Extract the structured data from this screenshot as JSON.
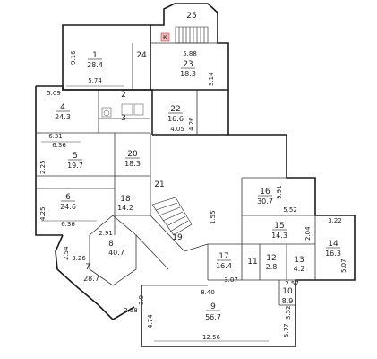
{
  "rooms": [
    {
      "id": "r1",
      "number": "1",
      "area": "28.4"
    },
    {
      "id": "r2",
      "number": "2",
      "area": ""
    },
    {
      "id": "r3",
      "number": "3",
      "area": ""
    },
    {
      "id": "r4",
      "number": "4",
      "area": "24.3"
    },
    {
      "id": "r5",
      "number": "5",
      "area": "19.7"
    },
    {
      "id": "r6",
      "number": "6",
      "area": "24.6"
    },
    {
      "id": "r7",
      "number": "7",
      "area": "28.7"
    },
    {
      "id": "r8",
      "number": "8",
      "area": "40.7"
    },
    {
      "id": "r9",
      "number": "9",
      "area": "56.7"
    },
    {
      "id": "r10",
      "number": "10",
      "area": "8.9"
    },
    {
      "id": "r11",
      "number": "11",
      "area": ""
    },
    {
      "id": "r12",
      "number": "12",
      "area": "2.8"
    },
    {
      "id": "r13",
      "number": "13",
      "area": "4.2"
    },
    {
      "id": "r14",
      "number": "14",
      "area": "16.3"
    },
    {
      "id": "r15",
      "number": "15",
      "area": "14.3"
    },
    {
      "id": "r16",
      "number": "16",
      "area": "30.7"
    },
    {
      "id": "r17",
      "number": "17",
      "area": "16.4"
    },
    {
      "id": "r18",
      "number": "18",
      "area": "14.2"
    },
    {
      "id": "r19",
      "number": "19",
      "area": ""
    },
    {
      "id": "r20",
      "number": "20",
      "area": "18.3"
    },
    {
      "id": "r21",
      "number": "21",
      "area": ""
    },
    {
      "id": "r22",
      "number": "22",
      "area": "16.6"
    },
    {
      "id": "r23",
      "number": "23",
      "area": "18.3"
    },
    {
      "id": "r24",
      "number": "24",
      "area": ""
    },
    {
      "id": "r25",
      "number": "25",
      "area": ""
    }
  ],
  "dimensions": [
    "9.16",
    "5.74",
    "5.09",
    "3.14",
    "5.88",
    "4.05",
    "4.26",
    "6.31",
    "6.36",
    "2.25",
    "4.25",
    "6.36",
    "1.55",
    "5.52",
    "3.22",
    "5.07",
    "9.91",
    "2.54",
    "3.26",
    "2.91",
    "3.9",
    "2.58",
    "4.74",
    "8.40",
    "3.07",
    "2.57",
    "3.52",
    "12.56",
    "5.77",
    "2.04"
  ],
  "labels": {
    "corner_mark": "К"
  }
}
